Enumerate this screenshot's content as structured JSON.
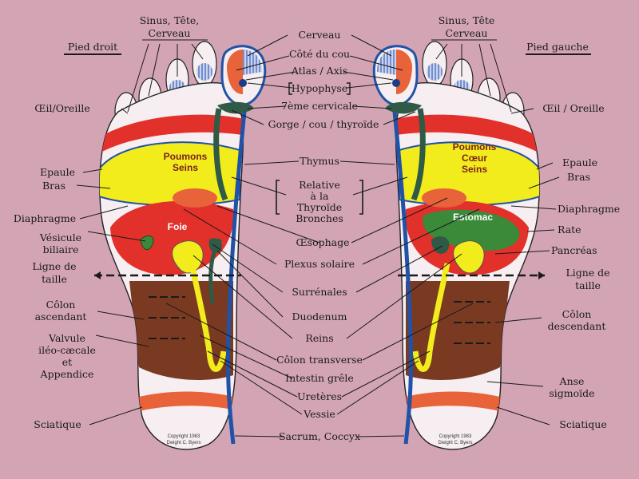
{
  "feet": {
    "right": "Pied droit",
    "left": "Pied gauche"
  },
  "center_labels": {
    "cerveau": "Cerveau",
    "cote_du_cou": "Côté du cou",
    "atlas": "Atlas / Axis",
    "hypophyse": "Hypophyse",
    "cervicale": "7ème cervicale",
    "gorge": "Gorge / cou / thyroïde",
    "thymus": "Thymus",
    "relative_1": "Relative",
    "relative_2": "à la",
    "relative_3": "Thyroïde",
    "relative_4": "Bronches",
    "oesophage": "Œsophage",
    "plexus": "Plexus solaire",
    "surrenales": "Surrénales",
    "duodenum": "Duodenum",
    "reins": "Reins",
    "colon_transverse": "Côlon transverse",
    "intestin": "Intestin grêle",
    "ureteres": "Uretères",
    "vessie": "Vessie",
    "sacrum": "Sacrum, Coccyx"
  },
  "left_labels": {
    "sinus_1": "Sinus, Tête,",
    "sinus_2": "Cerveau",
    "oeil": "Œil/Oreille",
    "epaule": "Epaule",
    "bras": "Bras",
    "diaphragme": "Diaphragme",
    "vesicule_1": "Vésicule",
    "vesicule_2": "biliaire",
    "ligne_1": "Ligne de",
    "ligne_2": "taille",
    "colon_1": "Côlon",
    "colon_2": "ascendant",
    "valvule_1": "Valvule",
    "valvule_2": "iléo-cæcale",
    "valvule_3": "et",
    "valvule_4": "Appendice",
    "sciatique": "Sciatique"
  },
  "right_labels": {
    "sinus_1": "Sinus, Tête",
    "sinus_2": "Cerveau",
    "oeil": "Œil / Oreille",
    "epaule": "Epaule",
    "bras": "Bras",
    "diaphragme": "Diaphragme",
    "rate": "Rate",
    "pancreas": "Pancréas",
    "ligne_1": "Ligne de",
    "ligne_2": "taille",
    "colon_1": "Côlon",
    "colon_2": "descendant",
    "anse_1": "Anse",
    "anse_2": "sigmoïde",
    "sciatique": "Sciatique"
  },
  "organs": {
    "right_poumons": "Poumons",
    "right_seins": "Seins",
    "right_foie": "Foie",
    "left_poumons": "Poumons",
    "left_coeur": "Cœur",
    "left_seins": "Seins",
    "left_estomac": "Estomac"
  },
  "copyright": {
    "line1": "Copyright 1983",
    "line2": "Dwight C. Byers"
  },
  "colors": {
    "background": "#d3a5b4",
    "foot": "#f6eef0",
    "yellow": "#f2ec1c",
    "dark_green": "#2f5a45",
    "blue": "#2052a8",
    "red": "#e2302b",
    "orange": "#e8623a",
    "brown": "#7a3a22",
    "green": "#3a8a3a"
  }
}
